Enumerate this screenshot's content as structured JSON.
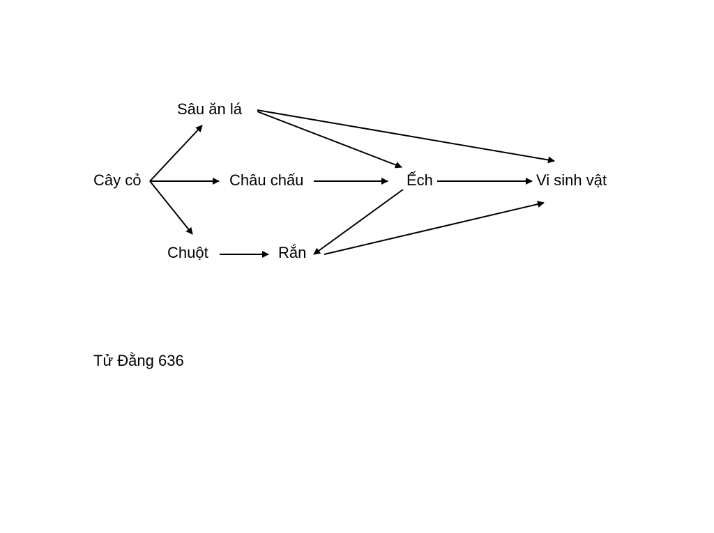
{
  "diagram": {
    "nodes": [
      {
        "id": "cay-co",
        "label": "Cây cỏ"
      },
      {
        "id": "sau-an-la",
        "label": "Sâu ăn lá"
      },
      {
        "id": "chau-chau",
        "label": "Châu chấu"
      },
      {
        "id": "chuot",
        "label": "Chuột"
      },
      {
        "id": "ech",
        "label": "Ếch"
      },
      {
        "id": "ran",
        "label": "Rắn"
      },
      {
        "id": "vi-sinh-vat",
        "label": "Vi sinh vật"
      }
    ],
    "edges": [
      {
        "from": "cay-co",
        "to": "sau-an-la"
      },
      {
        "from": "cay-co",
        "to": "chau-chau"
      },
      {
        "from": "cay-co",
        "to": "chuot"
      },
      {
        "from": "sau-an-la",
        "to": "ech"
      },
      {
        "from": "sau-an-la",
        "to": "vi-sinh-vat"
      },
      {
        "from": "chau-chau",
        "to": "ech"
      },
      {
        "from": "ech",
        "to": "vi-sinh-vat"
      },
      {
        "from": "ech",
        "to": "ran"
      },
      {
        "from": "chuot",
        "to": "ran"
      },
      {
        "from": "ran",
        "to": "vi-sinh-vat"
      }
    ]
  },
  "footer": {
    "signature": "Tử  Đằng 636"
  },
  "colors": {
    "line": "#000000",
    "text": "#000000",
    "background": "#ffffff"
  }
}
